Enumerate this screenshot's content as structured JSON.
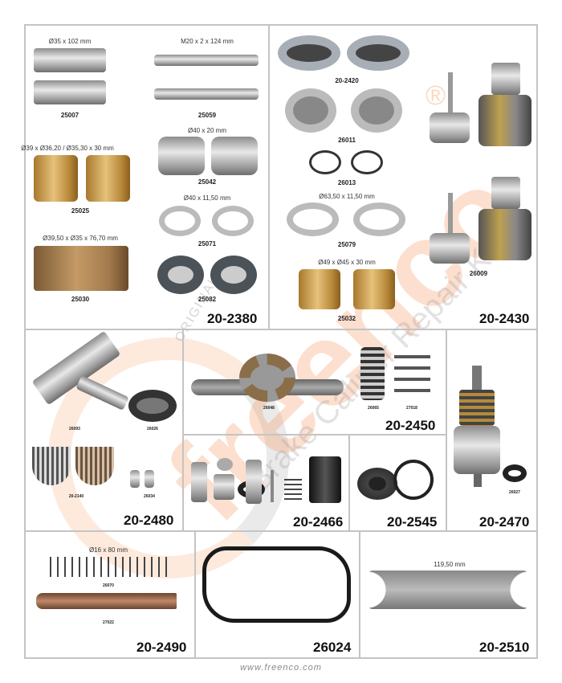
{
  "watermark": {
    "brand": "freenco",
    "tag": "ORIGINAL",
    "subtitle": "Brake Caliper Repair Kits",
    "registered": "®"
  },
  "footer": {
    "url": "www.freenco.com"
  },
  "kits": {
    "k2380": {
      "code": "20-2380",
      "parts": [
        {
          "dim": "Ø35 x 102 mm",
          "code": "25007"
        },
        {
          "dim": "M20 x 2 x 124 mm",
          "code": "25059"
        },
        {
          "dim": "Ø39 x Ø36,20 / Ø35,30 x 30 mm",
          "code": "25025"
        },
        {
          "dim": "Ø40 x 20 mm",
          "code": "25042"
        },
        {
          "dim": "Ø40 x 11,50 mm",
          "code": "25071"
        },
        {
          "dim": "Ø39,50 x Ø35 x 76,70 mm",
          "code": "25030"
        },
        {
          "code": "25082"
        }
      ]
    },
    "k2430": {
      "code": "20-2430",
      "parts": [
        {
          "code": "20-2420"
        },
        {
          "code": "26011"
        },
        {
          "code": "26013"
        },
        {
          "dim": "Ø63,50 x 11,50 mm",
          "code": "25079"
        },
        {
          "dim": "Ø49 x Ø45 x 30 mm",
          "code": "25032"
        },
        {
          "code": "26009"
        }
      ]
    },
    "k2480": {
      "code": "20-2480",
      "parts": [
        {
          "code": "26093"
        },
        {
          "code": "26026"
        },
        {
          "code": "20-2140"
        },
        {
          "code": "26034"
        }
      ]
    },
    "k2450": {
      "code": "20-2450",
      "parts": [
        {
          "code": "26048"
        },
        {
          "code": "26065"
        },
        {
          "code": "27018"
        }
      ]
    },
    "k2470": {
      "code": "20-2470",
      "parts": [
        {
          "code": "26027"
        }
      ]
    },
    "k2466": {
      "code": "20-2466"
    },
    "k2545": {
      "code": "20-2545"
    },
    "k2490": {
      "code": "20-2490",
      "parts": [
        {
          "dim": "Ø16 x 80 mm",
          "code": "26070"
        },
        {
          "code": "27022"
        }
      ]
    },
    "k26024": {
      "code": "26024"
    },
    "k2510": {
      "code": "20-2510",
      "parts": [
        {
          "dim": "119,50 mm"
        }
      ]
    }
  }
}
